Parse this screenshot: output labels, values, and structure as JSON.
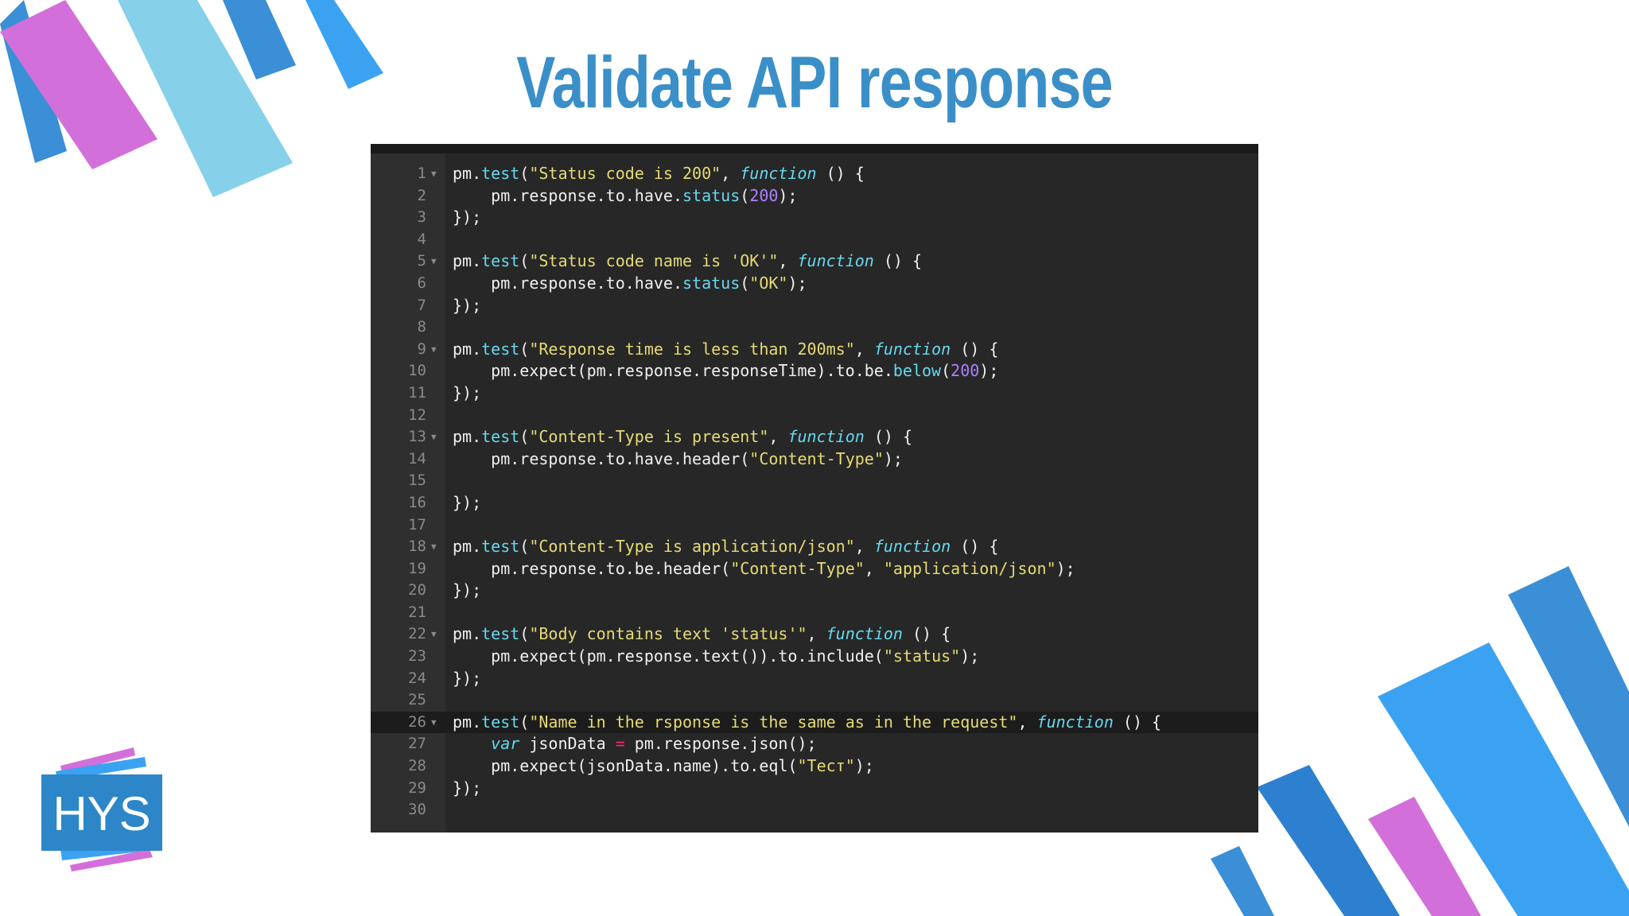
{
  "slide": {
    "title": "Validate API response",
    "logo_text": "HYS",
    "colors": {
      "title": "#3a8fc8",
      "editor_bg": "#272727",
      "string": "#e6db74",
      "keyword": "#66d9ef",
      "number": "#ae81ff"
    }
  },
  "editor": {
    "active_line": 26,
    "lines": [
      {
        "n": "1",
        "fold": true,
        "tokens": [
          [
            "p",
            "pm."
          ],
          [
            "f",
            "test"
          ],
          [
            "p",
            "("
          ],
          [
            "s",
            "\"Status code is 200\""
          ],
          [
            "p",
            ", "
          ],
          [
            "k",
            "function"
          ],
          [
            "p",
            " () {"
          ]
        ]
      },
      {
        "n": "2",
        "tokens": [
          [
            "p",
            "    pm.response.to.have."
          ],
          [
            "f",
            "status"
          ],
          [
            "p",
            "("
          ],
          [
            "d",
            "200"
          ],
          [
            "p",
            ");"
          ]
        ]
      },
      {
        "n": "3",
        "tokens": [
          [
            "p",
            "});"
          ]
        ]
      },
      {
        "n": "4",
        "tokens": []
      },
      {
        "n": "5",
        "fold": true,
        "tokens": [
          [
            "p",
            "pm."
          ],
          [
            "f",
            "test"
          ],
          [
            "p",
            "("
          ],
          [
            "s",
            "\"Status code name is 'OK'\""
          ],
          [
            "p",
            ", "
          ],
          [
            "k",
            "function"
          ],
          [
            "p",
            " () {"
          ]
        ]
      },
      {
        "n": "6",
        "tokens": [
          [
            "p",
            "    pm.response.to.have."
          ],
          [
            "f",
            "status"
          ],
          [
            "p",
            "("
          ],
          [
            "s",
            "\"OK\""
          ],
          [
            "p",
            ");"
          ]
        ]
      },
      {
        "n": "7",
        "tokens": [
          [
            "p",
            "});"
          ]
        ]
      },
      {
        "n": "8",
        "tokens": []
      },
      {
        "n": "9",
        "fold": true,
        "tokens": [
          [
            "p",
            "pm."
          ],
          [
            "f",
            "test"
          ],
          [
            "p",
            "("
          ],
          [
            "s",
            "\"Response time is less than 200ms\""
          ],
          [
            "p",
            ", "
          ],
          [
            "k",
            "function"
          ],
          [
            "p",
            " () {"
          ]
        ]
      },
      {
        "n": "10",
        "tokens": [
          [
            "p",
            "    pm.expect(pm.response.responseTime).to.be."
          ],
          [
            "f",
            "below"
          ],
          [
            "p",
            "("
          ],
          [
            "d",
            "200"
          ],
          [
            "p",
            ");"
          ]
        ]
      },
      {
        "n": "11",
        "tokens": [
          [
            "p",
            "});"
          ]
        ]
      },
      {
        "n": "12",
        "tokens": []
      },
      {
        "n": "13",
        "fold": true,
        "tokens": [
          [
            "p",
            "pm."
          ],
          [
            "f",
            "test"
          ],
          [
            "p",
            "("
          ],
          [
            "s",
            "\"Content-Type is present\""
          ],
          [
            "p",
            ", "
          ],
          [
            "k",
            "function"
          ],
          [
            "p",
            " () {"
          ]
        ]
      },
      {
        "n": "14",
        "tokens": [
          [
            "p",
            "    pm.response.to.have.header("
          ],
          [
            "s",
            "\"Content-Type\""
          ],
          [
            "p",
            ");"
          ]
        ]
      },
      {
        "n": "15",
        "tokens": []
      },
      {
        "n": "16",
        "tokens": [
          [
            "p",
            "});"
          ]
        ]
      },
      {
        "n": "17",
        "tokens": []
      },
      {
        "n": "18",
        "fold": true,
        "tokens": [
          [
            "p",
            "pm."
          ],
          [
            "f",
            "test"
          ],
          [
            "p",
            "("
          ],
          [
            "s",
            "\"Content-Type is application/json\""
          ],
          [
            "p",
            ", "
          ],
          [
            "k",
            "function"
          ],
          [
            "p",
            " () {"
          ]
        ]
      },
      {
        "n": "19",
        "tokens": [
          [
            "p",
            "    pm.response.to.be.header("
          ],
          [
            "s",
            "\"Content-Type\""
          ],
          [
            "p",
            ", "
          ],
          [
            "s",
            "\"application/json\""
          ],
          [
            "p",
            ");"
          ]
        ]
      },
      {
        "n": "20",
        "tokens": [
          [
            "p",
            "});"
          ]
        ]
      },
      {
        "n": "21",
        "tokens": []
      },
      {
        "n": "22",
        "fold": true,
        "tokens": [
          [
            "p",
            "pm."
          ],
          [
            "f",
            "test"
          ],
          [
            "p",
            "("
          ],
          [
            "s",
            "\"Body contains text 'status'\""
          ],
          [
            "p",
            ", "
          ],
          [
            "k",
            "function"
          ],
          [
            "p",
            " () {"
          ]
        ]
      },
      {
        "n": "23",
        "tokens": [
          [
            "p",
            "    pm.expect(pm.response.text()).to.include("
          ],
          [
            "s",
            "\"status\""
          ],
          [
            "p",
            ");"
          ]
        ]
      },
      {
        "n": "24",
        "tokens": [
          [
            "p",
            "});"
          ]
        ]
      },
      {
        "n": "25",
        "tokens": []
      },
      {
        "n": "26",
        "fold": true,
        "tokens": [
          [
            "p",
            "pm."
          ],
          [
            "f",
            "test"
          ],
          [
            "p",
            "("
          ],
          [
            "s",
            "\"Name in the rsponse is the same as in the request\""
          ],
          [
            "p",
            ", "
          ],
          [
            "k",
            "function"
          ],
          [
            "p",
            " () {"
          ]
        ]
      },
      {
        "n": "27",
        "tokens": [
          [
            "p",
            "    "
          ],
          [
            "k",
            "var"
          ],
          [
            "p",
            " jsonData "
          ],
          [
            "o",
            "="
          ],
          [
            "p",
            " pm.response.json();"
          ]
        ]
      },
      {
        "n": "28",
        "tokens": [
          [
            "p",
            "    pm.expect(jsonData.name).to.eql("
          ],
          [
            "s",
            "\"Тест\""
          ],
          [
            "p",
            ");"
          ]
        ]
      },
      {
        "n": "29",
        "tokens": [
          [
            "p",
            "});"
          ]
        ]
      },
      {
        "n": "30",
        "tokens": []
      }
    ]
  }
}
